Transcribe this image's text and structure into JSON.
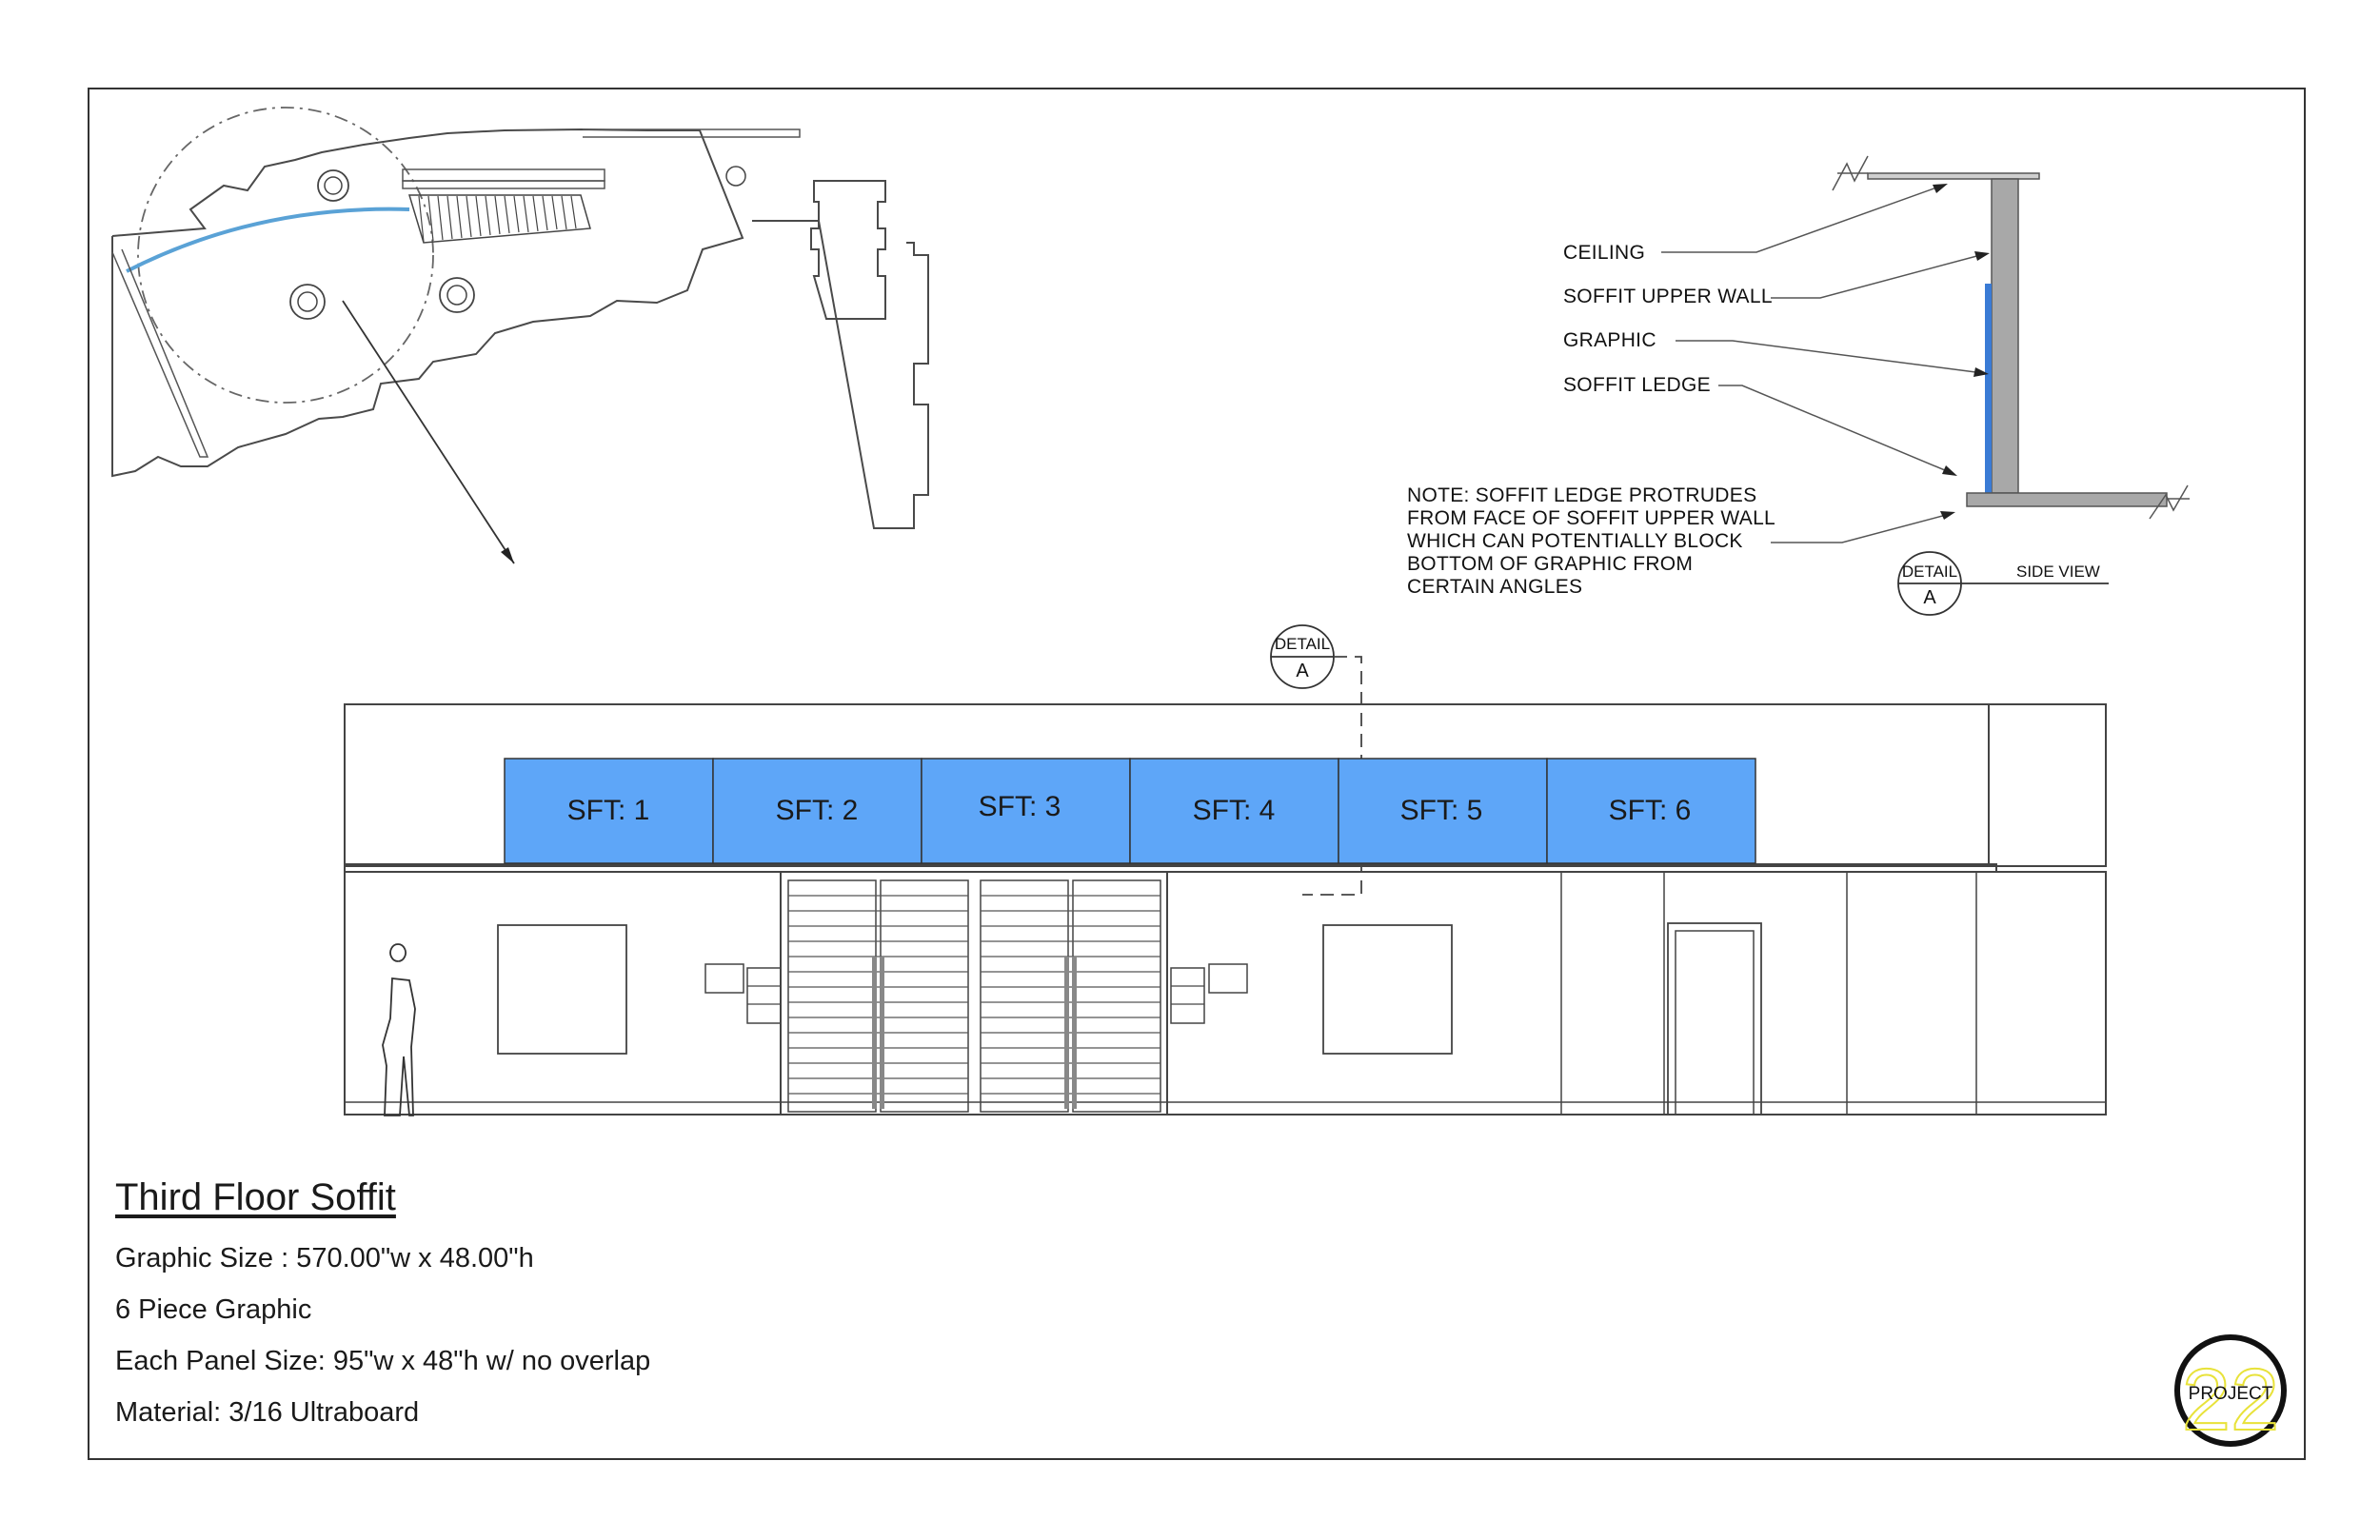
{
  "sheet": {
    "title": "Third Floor Soffit",
    "graphic_size": "Graphic Size : 570.00\"w x 48.00\"h",
    "pieces": "6 Piece Graphic",
    "panel_size": "Each Panel Size: 95\"w x 48\"h w/ no overlap",
    "material": "Material: 3/16 Ultraboard"
  },
  "section_detail": {
    "labels": [
      "CEILING",
      "SOFFIT UPPER WALL",
      "GRAPHIC",
      "SOFFIT LEDGE"
    ],
    "note_lines": [
      "NOTE: SOFFIT LEDGE PROTRUDES",
      "FROM FACE OF SOFFIT UPPER WALL",
      "WHICH CAN POTENTIALLY BLOCK",
      "BOTTOM OF GRAPHIC FROM",
      "CERTAIN ANGLES"
    ],
    "marker_title": "DETAIL",
    "marker_letter": "A",
    "view_label": "SIDE VIEW"
  },
  "elevation_marker": {
    "title": "DETAIL",
    "letter": "A"
  },
  "panels": [
    "SFT: 1",
    "SFT: 2",
    "SFT: 3",
    "SFT: 4",
    "SFT: 5",
    "SFT: 6"
  ],
  "logo": {
    "text": "PROJECT",
    "numeral": "22"
  },
  "colors": {
    "panel_fill": "#5ea6f8",
    "arc_blue": "#5aa2d6",
    "graphic_blue": "#3a7bd5",
    "wall_gray": "#a8a8a8",
    "logo_yellow": "#e8e23a"
  }
}
